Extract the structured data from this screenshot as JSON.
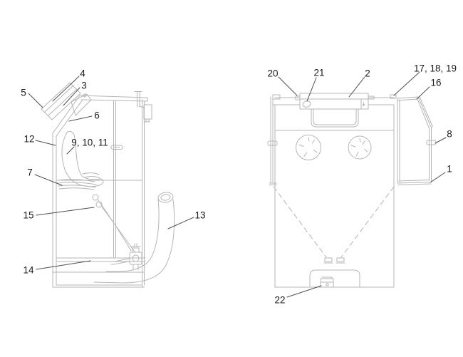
{
  "colors": {
    "background": "#ffffff",
    "drawing_lines": "#b5b5b5",
    "leader_lines": "#4f4f4f",
    "label_text": "#1a1a1a"
  },
  "views": {
    "side": {
      "labels": {
        "n4": "4",
        "n3": "3",
        "n5": "5",
        "n6": "6",
        "n12": "12",
        "n9_10_11": "9, 10, 11",
        "n7": "7",
        "n15": "15",
        "n13": "13",
        "n14": "14"
      }
    },
    "front": {
      "labels": {
        "n20": "20",
        "n21": "21",
        "n2": "2",
        "n17_18_19": "17, 18, 19",
        "n16": "16",
        "n8": "8",
        "n1": "1",
        "n22": "22"
      }
    }
  }
}
